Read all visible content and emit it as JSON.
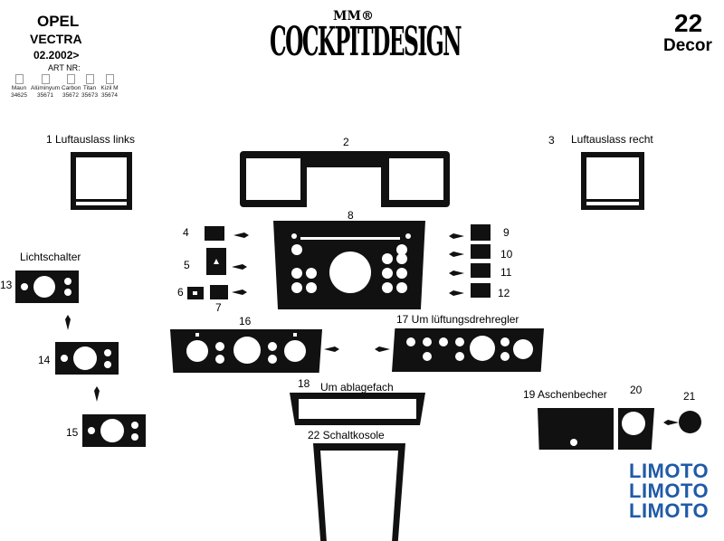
{
  "header": {
    "make": "OPEL",
    "model": "VECTRA",
    "year": "02.2002>",
    "art_nr_label": "ART NR:",
    "brand": "COCKPITDESIGN",
    "brand_mark": "MM®",
    "set_number": "22",
    "set_label": "Decor"
  },
  "variants": [
    {
      "name": "Maun",
      "code": "34625"
    },
    {
      "name": "Alüminyum",
      "code": "35671"
    },
    {
      "name": "Carbon",
      "code": "35672"
    },
    {
      "name": "Titan",
      "code": "35673"
    },
    {
      "name": "Kizil M",
      "code": "35674"
    }
  ],
  "parts": {
    "p1": "1  Luftauslass links",
    "p2": "2",
    "p3": "3",
    "p3_label": "Luftauslass recht",
    "p4": "4",
    "p5": "5",
    "p6": "6",
    "p7": "7",
    "p8": "8",
    "p9": "9",
    "p10": "10",
    "p11": "11",
    "p12": "12",
    "p13": "13",
    "lichtschalter": "Lichtschalter",
    "p14": "14",
    "p15": "15",
    "p16": "16",
    "p17": "17 Um lüftungsdrehregler",
    "p18": "18",
    "p18_label": "Um ablagefach",
    "p19": "19  Aschenbecher",
    "p20": "20",
    "p21": "21",
    "p22": "22  Schaltkosole"
  },
  "watermark": [
    "LIMOTO",
    "LIMOTO",
    "LIMOTO"
  ]
}
